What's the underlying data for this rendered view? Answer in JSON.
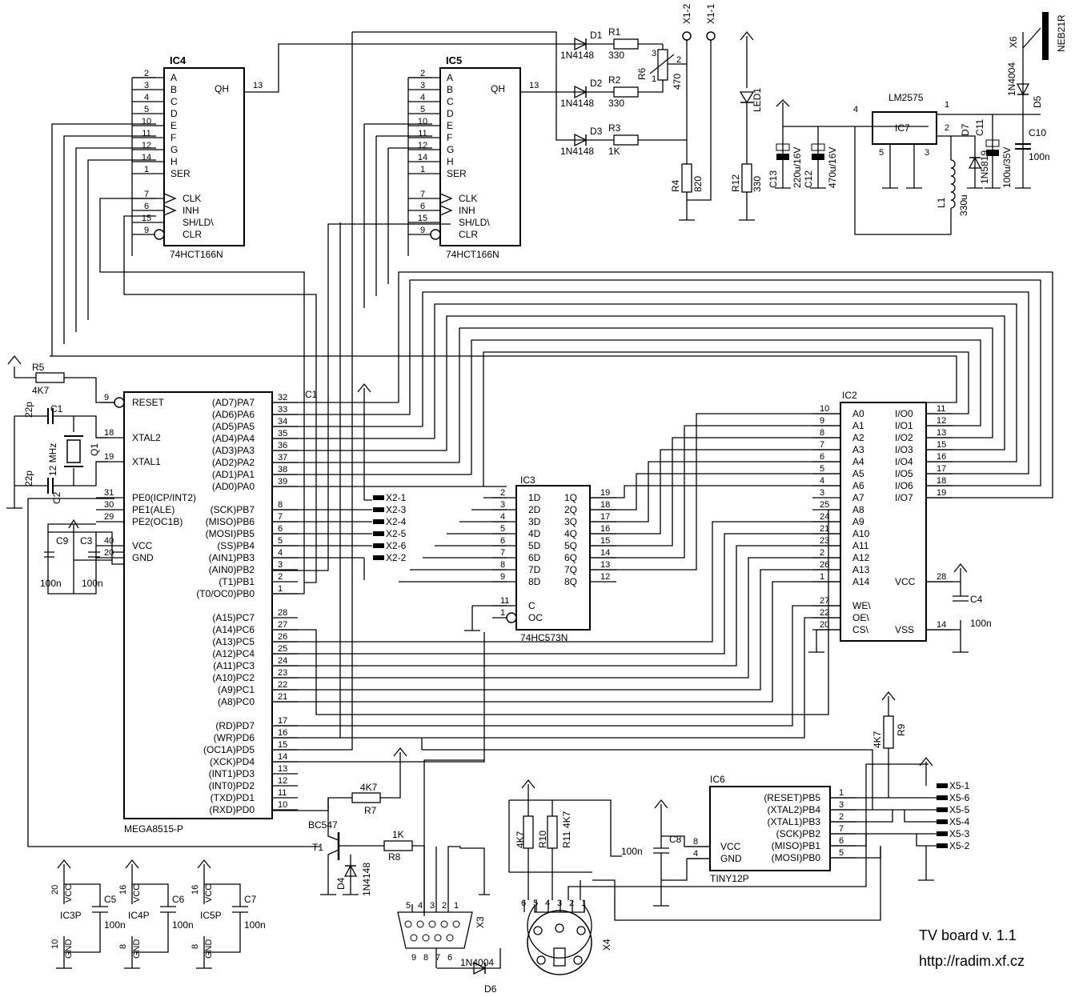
{
  "title": "TV board v. 1.1",
  "url": "http://radim.xf.cz",
  "ics": {
    "ic4": {
      "name": "IC4",
      "part": "74HCT166N",
      "pins_left": [
        {
          "num": "2",
          "label": "A"
        },
        {
          "num": "3",
          "label": "B"
        },
        {
          "num": "4",
          "label": "C"
        },
        {
          "num": "5",
          "label": "D"
        },
        {
          "num": "10",
          "label": "E"
        },
        {
          "num": "11",
          "label": "F"
        },
        {
          "num": "12",
          "label": "G"
        },
        {
          "num": "14",
          "label": "H"
        },
        {
          "num": "1",
          "label": "SER"
        },
        {
          "num": "7",
          "label": "CLK"
        },
        {
          "num": "6",
          "label": "INH"
        },
        {
          "num": "15",
          "label": "SH/LD\\"
        },
        {
          "num": "9",
          "label": "CLR"
        }
      ],
      "qh_label": "QH",
      "qh_num": "13"
    },
    "ic5": {
      "name": "IC5",
      "part": "74HCT166N",
      "pins_left": [
        {
          "num": "2",
          "label": "A"
        },
        {
          "num": "3",
          "label": "B"
        },
        {
          "num": "4",
          "label": "C"
        },
        {
          "num": "5",
          "label": "D"
        },
        {
          "num": "10",
          "label": "E"
        },
        {
          "num": "11",
          "label": "F"
        },
        {
          "num": "12",
          "label": "G"
        },
        {
          "num": "14",
          "label": "H"
        },
        {
          "num": "1",
          "label": "SER"
        },
        {
          "num": "7",
          "label": "CLK"
        },
        {
          "num": "6",
          "label": "INH"
        },
        {
          "num": "15",
          "label": "SH/LD\\"
        },
        {
          "num": "9",
          "label": "CLR"
        }
      ],
      "qh_label": "QH",
      "qh_num": "13"
    },
    "mega": {
      "part": "MEGA8515-P",
      "left": [
        {
          "num": "9",
          "label": "RESET"
        },
        {
          "num": "18",
          "label": "XTAL2"
        },
        {
          "num": "19",
          "label": "XTAL1"
        },
        {
          "num": "31",
          "label": "PE0(ICP/INT2)"
        },
        {
          "num": "30",
          "label": "PE1(ALE)"
        },
        {
          "num": "29",
          "label": "PE2(OC1B)"
        },
        {
          "num": "40",
          "label": "VCC"
        },
        {
          "num": "20",
          "label": "GND"
        }
      ],
      "right_a": [
        {
          "num": "32",
          "label": "(AD7)PA7"
        },
        {
          "num": "33",
          "label": "(AD6)PA6"
        },
        {
          "num": "34",
          "label": "(AD5)PA5"
        },
        {
          "num": "35",
          "label": "(AD4)PA4"
        },
        {
          "num": "36",
          "label": "(AD3)PA3"
        },
        {
          "num": "37",
          "label": "(AD2)PA2"
        },
        {
          "num": "38",
          "label": "(AD1)PA1"
        },
        {
          "num": "39",
          "label": "(AD0)PA0"
        }
      ],
      "right_b": [
        {
          "num": "8",
          "label": "(SCK)PB7"
        },
        {
          "num": "7",
          "label": "(MISO)PB6"
        },
        {
          "num": "6",
          "label": "(MOSI)PB5"
        },
        {
          "num": "5",
          "label": "(SS)PB4"
        },
        {
          "num": "4",
          "label": "(AIN1)PB3"
        },
        {
          "num": "3",
          "label": "(AIN0)PB2"
        },
        {
          "num": "2",
          "label": "(T1)PB1"
        },
        {
          "num": "1",
          "label": "(T0/OC0)PB0"
        }
      ],
      "right_c": [
        {
          "num": "28",
          "label": "(A15)PC7"
        },
        {
          "num": "27",
          "label": "(A14)PC6"
        },
        {
          "num": "26",
          "label": "(A13)PC5"
        },
        {
          "num": "25",
          "label": "(A12)PC4"
        },
        {
          "num": "24",
          "label": "(A11)PC3"
        },
        {
          "num": "23",
          "label": "(A10)PC2"
        },
        {
          "num": "22",
          "label": "(A9)PC1"
        },
        {
          "num": "21",
          "label": "(A8)PC0"
        }
      ],
      "right_d": [
        {
          "num": "17",
          "label": "(RD)PD7"
        },
        {
          "num": "16",
          "label": "(WR)PD6"
        },
        {
          "num": "15",
          "label": "(OC1A)PD5"
        },
        {
          "num": "14",
          "label": "(XCK)PD4"
        },
        {
          "num": "13",
          "label": "(INT1)PD3"
        },
        {
          "num": "12",
          "label": "(INT0)PD2"
        },
        {
          "num": "11",
          "label": "(TXD)PD1"
        },
        {
          "num": "10",
          "label": "(RXD)PD0"
        }
      ]
    },
    "ic3": {
      "name": "IC3",
      "part": "74HC573N",
      "left": [
        {
          "num": "2",
          "label": "1D"
        },
        {
          "num": "3",
          "label": "2D"
        },
        {
          "num": "4",
          "label": "3D"
        },
        {
          "num": "5",
          "label": "4D"
        },
        {
          "num": "6",
          "label": "5D"
        },
        {
          "num": "7",
          "label": "6D"
        },
        {
          "num": "8",
          "label": "7D"
        },
        {
          "num": "9",
          "label": "8D"
        },
        {
          "num": "11",
          "label": "C"
        },
        {
          "num": "1",
          "label": "OC"
        }
      ],
      "right": [
        {
          "num": "19",
          "label": "1Q"
        },
        {
          "num": "18",
          "label": "2Q"
        },
        {
          "num": "17",
          "label": "3Q"
        },
        {
          "num": "16",
          "label": "4Q"
        },
        {
          "num": "15",
          "label": "5Q"
        },
        {
          "num": "14",
          "label": "6Q"
        },
        {
          "num": "13",
          "label": "7Q"
        },
        {
          "num": "12",
          "label": "8Q"
        }
      ]
    },
    "ic2": {
      "name": "IC2",
      "left": [
        {
          "num": "10",
          "label": "A0"
        },
        {
          "num": "9",
          "label": "A1"
        },
        {
          "num": "8",
          "label": "A2"
        },
        {
          "num": "7",
          "label": "A3"
        },
        {
          "num": "6",
          "label": "A4"
        },
        {
          "num": "5",
          "label": "A5"
        },
        {
          "num": "4",
          "label": "A6"
        },
        {
          "num": "3",
          "label": "A7"
        },
        {
          "num": "25",
          "label": "A8"
        },
        {
          "num": "24",
          "label": "A9"
        },
        {
          "num": "21",
          "label": "A10"
        },
        {
          "num": "23",
          "label": "A11"
        },
        {
          "num": "2",
          "label": "A12"
        },
        {
          "num": "26",
          "label": "A13"
        },
        {
          "num": "1",
          "label": "A14"
        },
        {
          "num": "27",
          "label": "WE\\"
        },
        {
          "num": "22",
          "label": "OE\\"
        },
        {
          "num": "20",
          "label": "CS\\"
        }
      ],
      "right": [
        {
          "num": "11",
          "label": "I/O0"
        },
        {
          "num": "12",
          "label": "I/O1"
        },
        {
          "num": "13",
          "label": "I/O2"
        },
        {
          "num": "15",
          "label": "I/O3"
        },
        {
          "num": "16",
          "label": "I/O4"
        },
        {
          "num": "17",
          "label": "I/O5"
        },
        {
          "num": "18",
          "label": "I/O6"
        },
        {
          "num": "19",
          "label": "I/O7"
        },
        {
          "num": "28",
          "label": "VCC"
        },
        {
          "num": "14",
          "label": "VSS"
        }
      ]
    },
    "ic6": {
      "name": "IC6",
      "part": "TINY12P",
      "left": [
        {
          "num": "8",
          "label": "VCC"
        },
        {
          "num": "4",
          "label": "GND"
        }
      ],
      "right": [
        {
          "num": "1",
          "label": "(RESET)PB5"
        },
        {
          "num": "3",
          "label": "(XTAL2)PB4"
        },
        {
          "num": "2",
          "label": "(XTAL1)PB3"
        },
        {
          "num": "7",
          "label": "(SCK)PB2"
        },
        {
          "num": "6",
          "label": "(MISO)PB1"
        },
        {
          "num": "5",
          "label": "(MOSI)PB0"
        }
      ]
    },
    "ic7": {
      "name": "IC7",
      "part": "LM2575",
      "pins": [
        "4",
        "1",
        "2",
        "5",
        "3"
      ]
    }
  },
  "parts": {
    "d1": "D1",
    "d1v": "1N4148",
    "r1": "R1",
    "r1v": "330",
    "d2": "D2",
    "d2v": "1N4148",
    "r2": "R2",
    "r2v": "330",
    "d3": "D3",
    "d3v": "1N4148",
    "r3": "R3",
    "r3v": "1K",
    "r6": "R6",
    "r6v": "470",
    "r6p1": "1",
    "r6p2": "2",
    "r6p3": "3",
    "r4": "R4",
    "r4v": "820",
    "x11": "X1-1",
    "x12": "X1-2",
    "led1": "LED1",
    "r12": "R12",
    "r12v": "330",
    "c13": "C13",
    "c13v": "220u/16V",
    "c12": "C12",
    "c12v": "470u/16V",
    "l1": "L1",
    "l1v": "330u",
    "d7": "D7",
    "d7v": "1N5819",
    "c11": "C11",
    "c11v": "100u/35V",
    "c10": "C10",
    "c10v": "100n",
    "d5": "D5",
    "d5v": "1N4004",
    "x6": "X6",
    "neb": "NEB21R",
    "r5": "R5",
    "r5v": "4K7",
    "c1": "C1",
    "c1v": "22p",
    "c2": "C2",
    "c2v": "22p",
    "q1": "Q1",
    "q1v": "12 MHz",
    "c9": "C9",
    "c9v": "100n",
    "c3": "C3",
    "c3v": "100n",
    "c1top": "C1",
    "c4": "C4",
    "c4v": "100n",
    "r7": "R7",
    "r7v": "4K7",
    "t1": "T1",
    "t1v": "BC547",
    "r8": "R8",
    "r8v": "1K",
    "d4": "D4",
    "d4v": "1N4148",
    "x3": "X3",
    "d6": "D6",
    "d6v": "1N4004",
    "r10": "R10",
    "r10v": "4K7",
    "r11": "R11",
    "r11v": "4K7",
    "x4": "X4",
    "c8": "C8",
    "c8v": "100n",
    "r9": "R9",
    "r9v": "4K7",
    "c5": "C5",
    "c5v": "100n",
    "c6": "C6",
    "c6v": "100n",
    "c7": "C7",
    "c7v": "100n",
    "ic3p": "IC3P",
    "ic4p": "IC4P",
    "ic5p": "IC5P",
    "vcc": "VCC",
    "gnd": "GND",
    "p20": "20",
    "p10": "10",
    "p16": "16",
    "p8": "8"
  },
  "x2": [
    "X2-1",
    "X2-3",
    "X2-4",
    "X2-5",
    "X2-6",
    "X2-2"
  ],
  "x5": [
    "X5-1",
    "X5-6",
    "X5-5",
    "X5-4",
    "X5-3",
    "X5-2"
  ],
  "x3pins_top": [
    "5",
    "4",
    "3",
    "2",
    "1"
  ],
  "x3pins_bot": [
    "9",
    "8",
    "7",
    "6"
  ],
  "x4pins": [
    "6",
    "5",
    "4",
    "3",
    "2",
    "1"
  ]
}
